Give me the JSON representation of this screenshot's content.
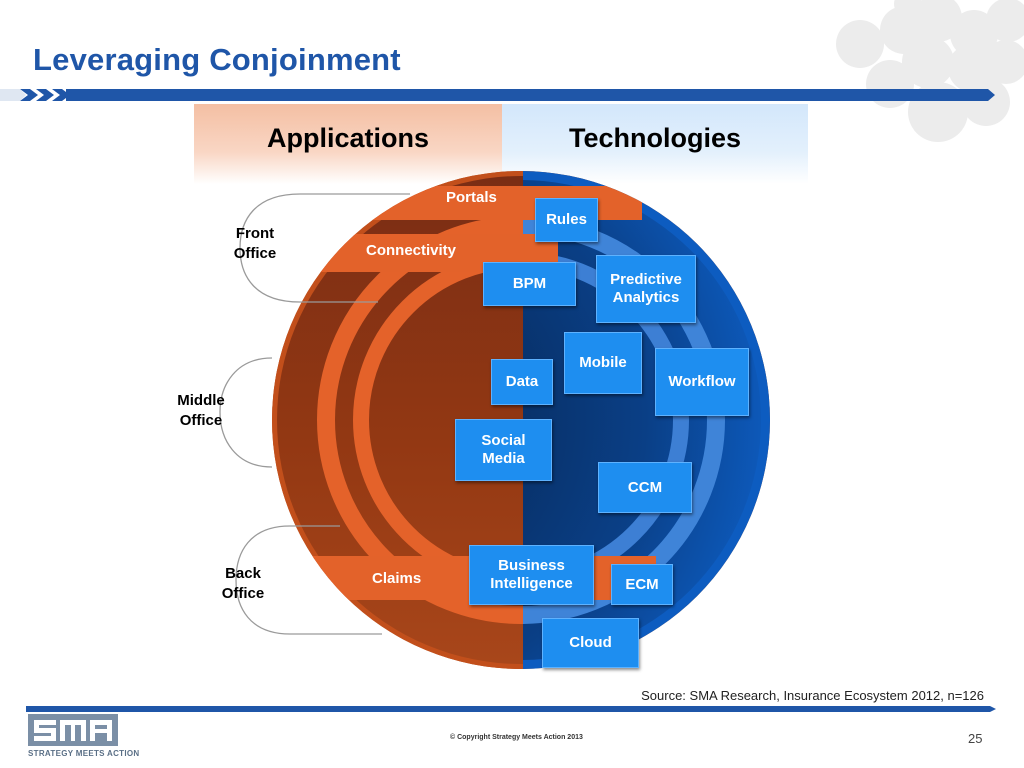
{
  "slide": {
    "title": "Leveraging Conjoinment",
    "columns": {
      "applications": "Applications",
      "technologies": "Technologies"
    },
    "office_groups": [
      {
        "label": "Front\nOffice"
      },
      {
        "label": "Middle\nOffice"
      },
      {
        "label": "Back\nOffice"
      }
    ],
    "application_bands": {
      "portals": "Portals",
      "connectivity": "Connectivity",
      "claims": "Claims"
    },
    "technologies": {
      "rules": "Rules",
      "bpm": "BPM",
      "predictive_analytics": "Predictive\nAnalytics",
      "mobile": "Mobile",
      "data": "Data",
      "workflow": "Workflow",
      "social_media": "Social\nMedia",
      "ccm": "CCM",
      "business_intelligence": "Business\nIntelligence",
      "ecm": "ECM",
      "cloud": "Cloud"
    },
    "source": "Source: SMA Research, Insurance Ecosystem 2012, n=126",
    "copyright": "© Copyright Strategy Meets Action 2013",
    "page_number": "25",
    "logo": {
      "mark": "SMA",
      "tagline": "STRATEGY MEETS ACTION"
    },
    "colors": {
      "title": "#1f56a8",
      "bar": "#1f56a8",
      "applications_band": "#e8662a",
      "technology_box": "#1e8ef0",
      "circle_blue_dark": "#06224a"
    }
  }
}
